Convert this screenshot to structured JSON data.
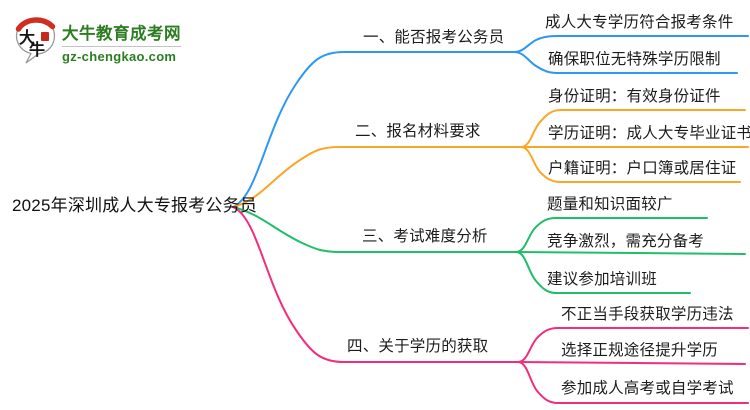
{
  "logo": {
    "icon_chars": "大牛",
    "title": "大牛教育成考网",
    "url": "gz-chengkao.com",
    "brand_color": "#2c7d21",
    "seal_color": "#c5281c"
  },
  "root": {
    "label": "2025年深圳成人大专报考公务员"
  },
  "branches": [
    {
      "label": "一、能否报考公务员",
      "color": "#2E97F2",
      "children": [
        "成人大专学历符合报考条件",
        "确保职位无特殊学历限制"
      ]
    },
    {
      "label": "二、报名材料要求",
      "color": "#FCA628",
      "children": [
        "身份证明：有效身份证件",
        "学历证明：成人大专毕业证书",
        "户籍证明：户口簿或居住证"
      ]
    },
    {
      "label": "三、考试难度分析",
      "color": "#1FBE68",
      "children": [
        "题量和知识面较广",
        "竞争激烈，需充分备考",
        "建议参加培训班"
      ]
    },
    {
      "label": "四、关于学历的获取",
      "color": "#F22D7E",
      "children": [
        "不正当手段获取学历违法",
        "选择正规途径提升学历",
        "参加成人高考或自学考试"
      ]
    }
  ]
}
